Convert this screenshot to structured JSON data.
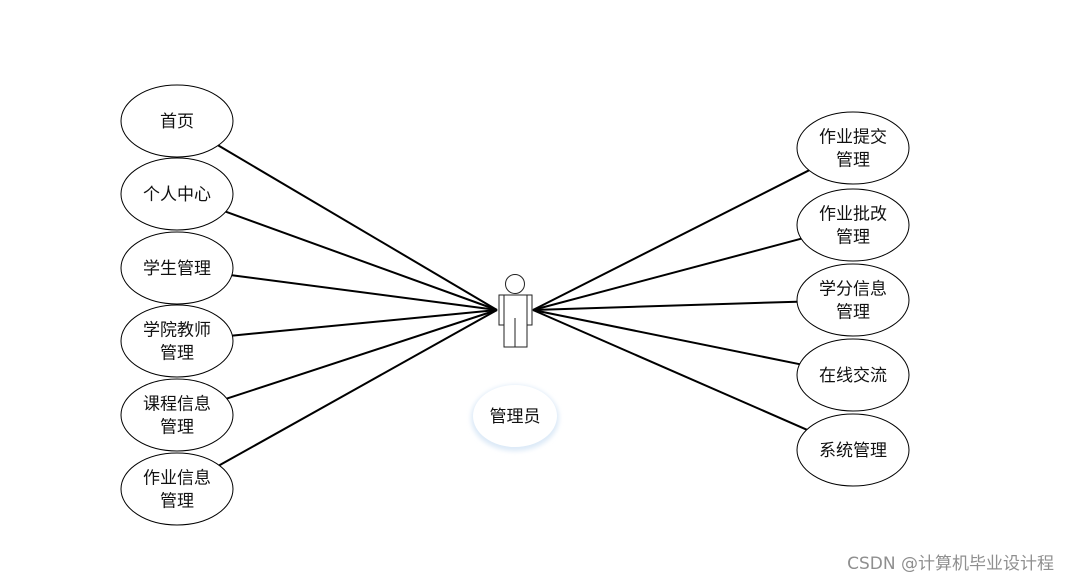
{
  "actor": {
    "label": "管理员"
  },
  "left_use_cases": [
    {
      "lines": [
        "首页"
      ]
    },
    {
      "lines": [
        "个人中心"
      ]
    },
    {
      "lines": [
        "学生管理"
      ]
    },
    {
      "lines": [
        "学院教师",
        "管理"
      ]
    },
    {
      "lines": [
        "课程信息",
        "管理"
      ]
    },
    {
      "lines": [
        "作业信息",
        "管理"
      ]
    }
  ],
  "right_use_cases": [
    {
      "lines": [
        "作业提交",
        "管理"
      ]
    },
    {
      "lines": [
        "作业批改",
        "管理"
      ]
    },
    {
      "lines": [
        "学分信息",
        "管理"
      ]
    },
    {
      "lines": [
        "在线交流"
      ]
    },
    {
      "lines": [
        "系统管理"
      ]
    }
  ],
  "watermark": "CSDN @计算机毕业设计程"
}
